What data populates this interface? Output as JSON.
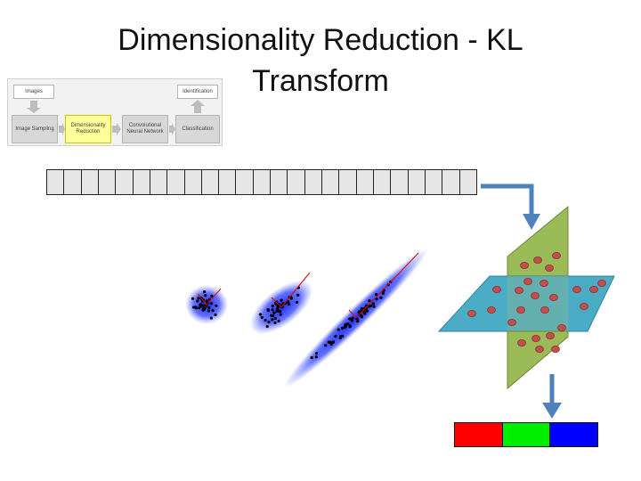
{
  "title": {
    "line1": "Dimensionality Reduction  - KL",
    "line2": "Transform"
  },
  "pipeline": {
    "images": "Images",
    "identification": "Identification",
    "image_sampling": "Image Sampling",
    "dimensionality_reduction": "Dimensionality Reduction",
    "cnn": "Convolutional Neural Network",
    "classification": "Classification"
  },
  "vector": {
    "cell_count": 25,
    "cell_color": "#e6e6e6"
  },
  "colors": {
    "arrow": "#4f81bd",
    "green_plane": "#9bbb59",
    "blue_plane": "#4bacc6",
    "plane_dot": "#c0504d",
    "cluster": "#1a2bff",
    "output": [
      "#ff0000",
      "#00ee00",
      "#0000ff"
    ]
  }
}
